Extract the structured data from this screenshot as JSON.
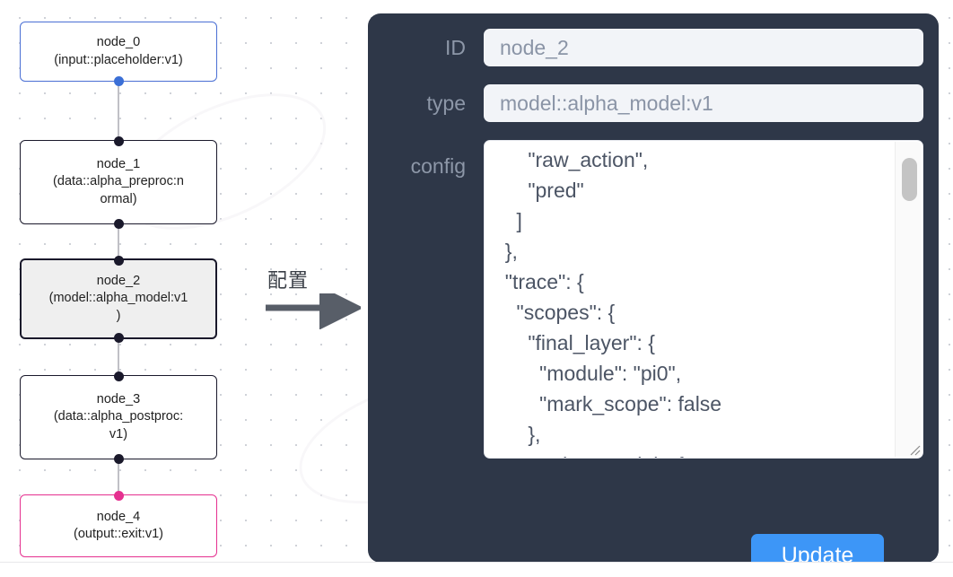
{
  "canvas": {
    "background_color": "#ffffff",
    "dot_color": "#cfd2d8"
  },
  "graph": {
    "nodes": [
      {
        "id": "node_0",
        "title": "node_0",
        "subtitle": "(input::placeholder:v1)",
        "state": "source",
        "border_color": "#4a6fd4",
        "handle_color": "#3b6fd6"
      },
      {
        "id": "node_1",
        "title": "node_1",
        "subtitle": "(data::alpha_preproc:n",
        "subtitle2": "ormal)",
        "state": "default",
        "border_color": "#1a192b",
        "handle_color": "#1a192b"
      },
      {
        "id": "node_2",
        "title": "node_2",
        "subtitle": "(model::alpha_model:v1",
        "subtitle2": ")",
        "state": "selected",
        "border_color": "#1a192b",
        "handle_color": "#1a192b"
      },
      {
        "id": "node_3",
        "title": "node_3",
        "subtitle": "(data::alpha_postproc:",
        "subtitle2": "v1)",
        "state": "default",
        "border_color": "#1a192b",
        "handle_color": "#1a192b"
      },
      {
        "id": "node_4",
        "title": "node_4",
        "subtitle": "(output::exit:v1)",
        "state": "sink",
        "border_color": "#e5308f",
        "handle_color": "#e5308f"
      }
    ],
    "edges": [
      {
        "from": "node_0",
        "to": "node_1"
      },
      {
        "from": "node_1",
        "to": "node_2"
      },
      {
        "from": "node_2",
        "to": "node_3"
      },
      {
        "from": "node_3",
        "to": "node_4"
      }
    ]
  },
  "annotation": {
    "label": "配置",
    "arrow": "right-arrow"
  },
  "config_panel": {
    "background_color": "#2e3748",
    "accent_color": "#3d96f7",
    "fields": [
      {
        "label": "ID",
        "value": "node_2",
        "placeholder": "node_2"
      },
      {
        "label": "type",
        "value": "model::alpha_model:v1",
        "placeholder": "model::alpha_model:v1"
      }
    ],
    "config": {
      "label": "config",
      "value": "      \"raw_action\",\n      \"pred\"\n    ]\n  },\n  \"trace\": {\n    \"scopes\": {\n      \"final_layer\": {\n        \"module\": \"pi0\",\n        \"mark_scope\": false\n      },\n      \"action_model\": {",
      "scrollbar": {
        "position": "near-top"
      }
    },
    "update_label": "Update"
  }
}
